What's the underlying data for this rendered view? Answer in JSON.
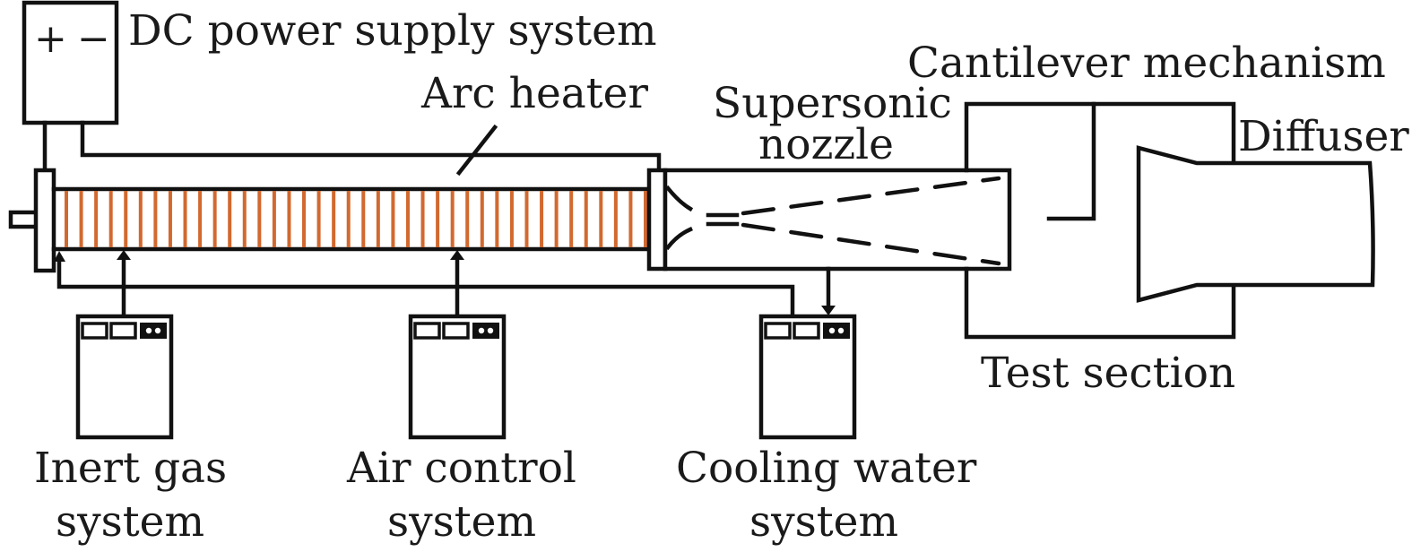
{
  "labels": {
    "dc_power": "DC power supply system",
    "polarity_plus": "+",
    "polarity_minus": "−",
    "arc_heater": "Arc heater",
    "nozzle_line1": "Supersonic",
    "nozzle_line2": "nozzle",
    "cantilever": "Cantilever mechanism",
    "diffuser": "Diffuser",
    "test_section": "Test section",
    "inert_line1": "Inert gas",
    "inert_line2": "system",
    "air_line1": "Air control",
    "air_line2": "system",
    "cooling_line1": "Cooling water",
    "cooling_line2": "system"
  },
  "colors": {
    "coil": "#d2692f",
    "line": "#111111"
  },
  "arc_heater": {
    "coil_count": 40
  }
}
